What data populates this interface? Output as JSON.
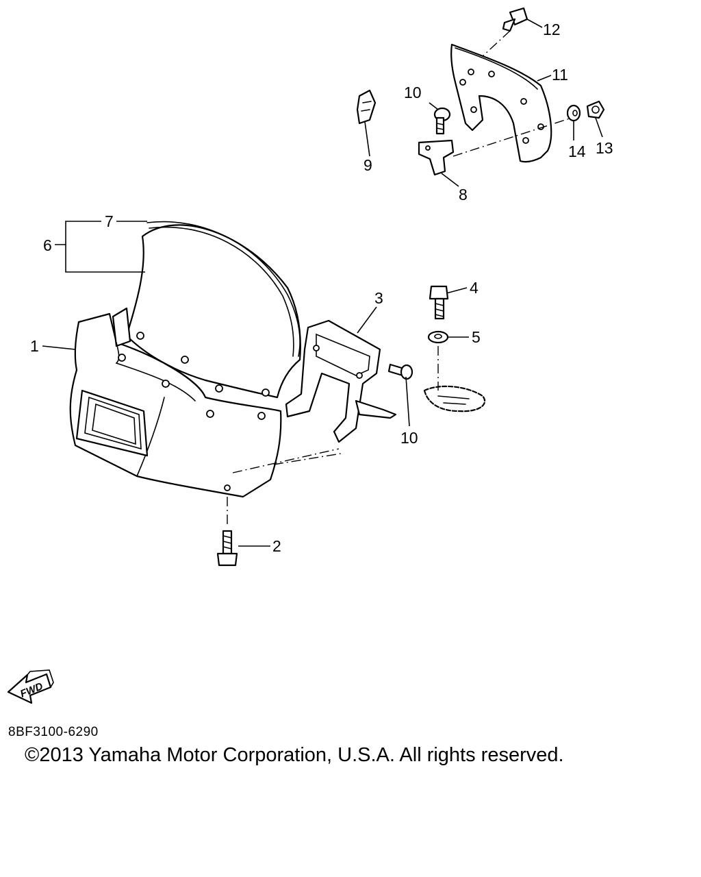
{
  "callouts": {
    "c1": "1",
    "c2": "2",
    "c3": "3",
    "c4": "4",
    "c5": "5",
    "c6": "6",
    "c7": "7",
    "c8": "8",
    "c9": "9",
    "c10a": "10",
    "c10b": "10",
    "c11": "11",
    "c12": "12",
    "c13": "13",
    "c14": "14"
  },
  "fwd_label": "FWD",
  "diagram_code": "8BF3100-6290",
  "copyright": "©2013 Yamaha Motor Corporation, U.S.A. All rights reserved."
}
